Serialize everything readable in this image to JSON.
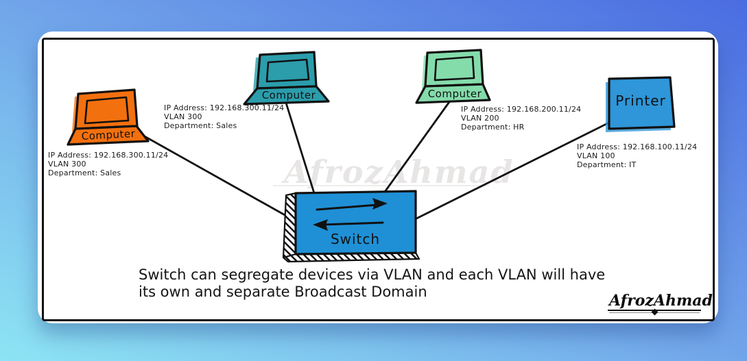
{
  "diagram": {
    "caption": {
      "line1": "Switch can segregate devices via VLAN and each VLAN will have",
      "line2": "its own and separate Broadcast Domain"
    },
    "watermark": "AfrozAhmad",
    "signature": "AfrozAhmad",
    "switch": {
      "label": "Switch"
    },
    "devices": {
      "computer_sales_left": {
        "label": "Computer",
        "ip": "IP Address: 192.168.300.11/24",
        "vlan": "VLAN 300",
        "department": "Department: Sales"
      },
      "computer_sales_top": {
        "label": "Computer",
        "ip": "IP Address: 192.168.300.11/24",
        "vlan": "VLAN 300",
        "department": "Department: Sales"
      },
      "computer_hr": {
        "label": "Computer",
        "ip": "IP Address: 192.168.200.11/24",
        "vlan": "VLAN 200",
        "department": "Department: HR"
      },
      "printer_it": {
        "label": "Printer",
        "ip": "IP Address: 192.168.100.11/24",
        "vlan": "VLAN 100",
        "department": "Department: IT"
      }
    },
    "colors": {
      "computer_sales_left": "#f3700f",
      "computer_sales_top": "#2b9dab",
      "computer_hr": "#84dcab",
      "printer": "#2e96d9",
      "switch": "#1f90d6",
      "line": "#111111",
      "background_top_right": "#4a6ce1",
      "background_bottom_left": "#8de4f3",
      "watermark_gray": "#e8e5e5"
    }
  }
}
